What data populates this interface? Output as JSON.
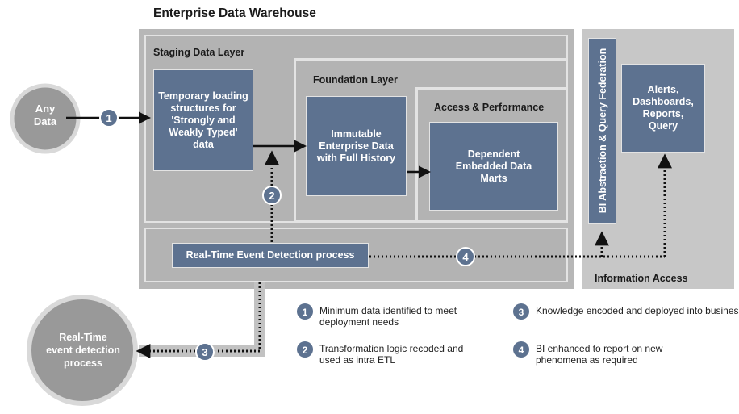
{
  "title": "Enterprise Data Warehouse",
  "layers": {
    "staging": "Staging Data Layer",
    "foundation": "Foundation Layer",
    "access": "Access & Performance",
    "info_access": "Information Access"
  },
  "boxes": {
    "any_data": "Any Data",
    "temp_loading": "Temporary loading structures for 'Strongly and Weakly Typed' data",
    "immutable": "Immutable Enterprise Data with Full History",
    "dependent": "Dependent Embedded Data Marts",
    "alerts": "Alerts, Dashboards, Reports, Query",
    "bi_federation": "BI Abstraction & Query Federation",
    "rt_process": "Real-Time Event Detection process",
    "rt_circle": "Real-Time event detection process"
  },
  "steps": [
    "1",
    "2",
    "3",
    "4"
  ],
  "legend": [
    {
      "num": "1",
      "text": "Minimum data identified to meet deployment needs"
    },
    {
      "num": "2",
      "text": "Transformation logic recoded and used  as intra ETL"
    },
    {
      "num": "3",
      "text": "Knowledge encoded and deployed into business process and data streams"
    },
    {
      "num": "4",
      "text": "BI enhanced to report on new phenomena as required"
    }
  ],
  "colors": {
    "panel": "#b3b3b3",
    "panel_border": "#e6e6e6",
    "box": "#5d7290",
    "circle": "#999999",
    "step": "#5d7290"
  }
}
